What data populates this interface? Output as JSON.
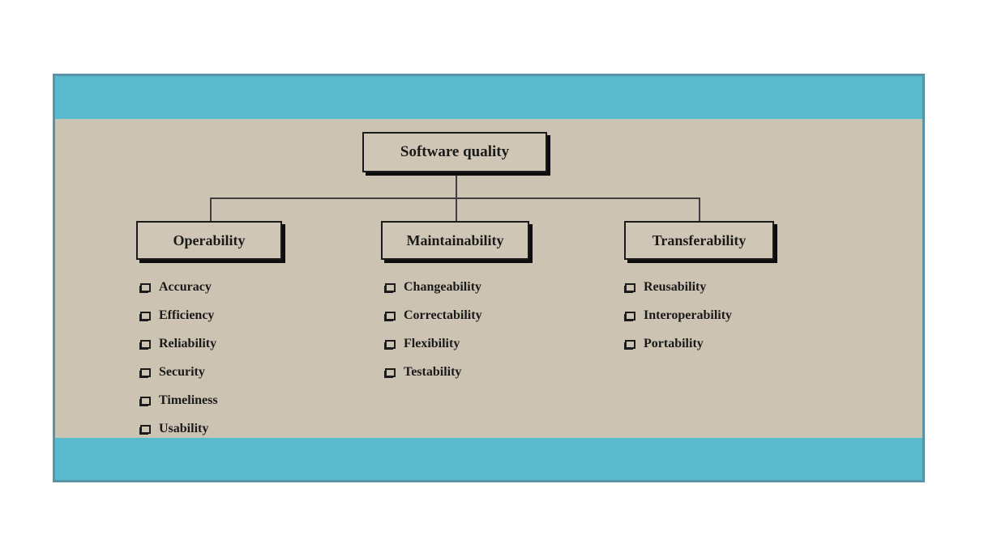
{
  "diagram": {
    "root_label": "Software quality",
    "branches": [
      {
        "label": "Operability",
        "items": [
          "Accuracy",
          "Efficiency",
          "Reliability",
          "Security",
          "Timeliness",
          "Usability"
        ]
      },
      {
        "label": "Maintainability",
        "items": [
          "Changeability",
          "Correctability",
          "Flexibility",
          "Testability"
        ]
      },
      {
        "label": "Transferability",
        "items": [
          "Reusability",
          "Interoperability",
          "Portability"
        ]
      }
    ],
    "colors": {
      "band_cyan": "#59b9cd",
      "panel_tan": "#ccc3b2",
      "panel_border": "#5b93a6",
      "box_fill": "#cfc6b5",
      "box_border": "#1a1a1a",
      "box_shadow": "#0e0e0e",
      "connector_line": "#3f3f3f",
      "text": "#1a1a1a"
    },
    "icons": {
      "bullet": "checkbox-icon (shadowed open square)"
    }
  }
}
